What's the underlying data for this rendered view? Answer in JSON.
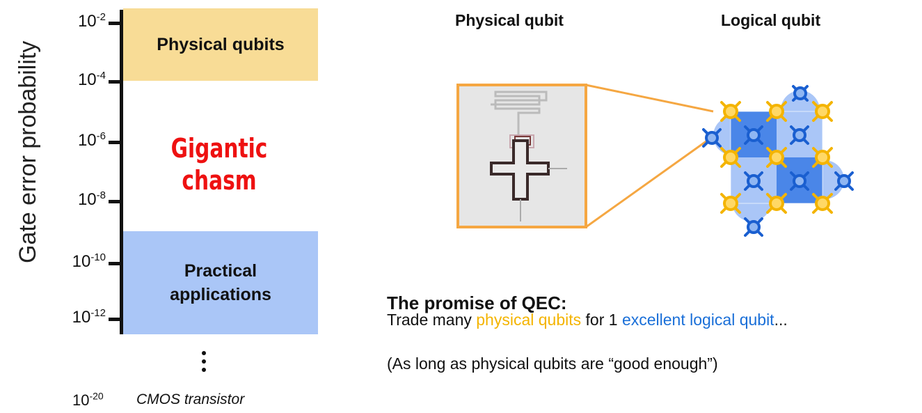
{
  "axis": {
    "ylabel": "Gate error probability",
    "ticks": [
      {
        "base": "10",
        "exp": "-2"
      },
      {
        "base": "10",
        "exp": "-4"
      },
      {
        "base": "10",
        "exp": "-6"
      },
      {
        "base": "10",
        "exp": "-8"
      },
      {
        "base": "10",
        "exp": "-10"
      },
      {
        "base": "10",
        "exp": "-12"
      }
    ],
    "cmos": {
      "base": "10",
      "exp": "-20",
      "label": "CMOS transistor"
    }
  },
  "bands": {
    "top": {
      "label": "Physical qubits",
      "color": "#f8dc96"
    },
    "middle": {
      "line1": "Gigantic",
      "line2": "chasm",
      "color": "#ee1111"
    },
    "bottom": {
      "line1": "Practical",
      "line2": "applications",
      "color": "#aac6f7"
    }
  },
  "diagram": {
    "physical_title": "Physical qubit",
    "logical_title": "Logical qubit",
    "zoom_color": "#f5a742"
  },
  "qec": {
    "title": "The promise of QEC:",
    "line_prefix": "Trade many ",
    "line_phys": "physical qubits",
    "line_mid": " for 1 ",
    "line_logic": "excellent logical qubit",
    "line_suffix": "...",
    "note": "(As long as physical qubits are “good enough”)",
    "phys_color": "#f4b400",
    "logic_color": "#1a6fd8"
  }
}
